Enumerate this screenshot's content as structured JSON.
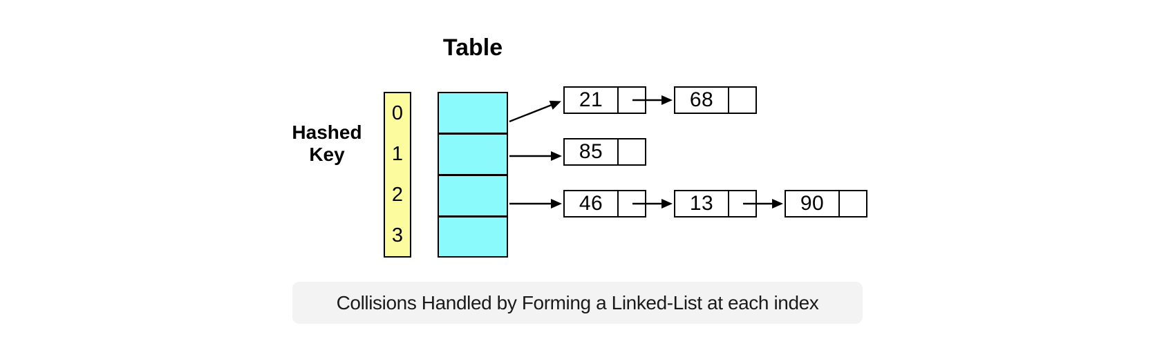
{
  "diagram": {
    "title": "Table",
    "side_label_lines": [
      "Hashed",
      "Key"
    ],
    "indices": [
      "0",
      "1",
      "2",
      "3"
    ],
    "buckets": [
      {
        "index": "0",
        "chain": [
          "21",
          "68"
        ]
      },
      {
        "index": "1",
        "chain": [
          "85"
        ]
      },
      {
        "index": "2",
        "chain": [
          "46",
          "13",
          "90"
        ]
      },
      {
        "index": "3",
        "chain": []
      }
    ],
    "caption": "Collisions Handled by Forming a Linked-List at each index",
    "colors": {
      "index_column": "#FCFC9E",
      "bucket_column": "#8BFAFC",
      "caption_background": "#F3F3F4",
      "line": "#000000"
    }
  }
}
